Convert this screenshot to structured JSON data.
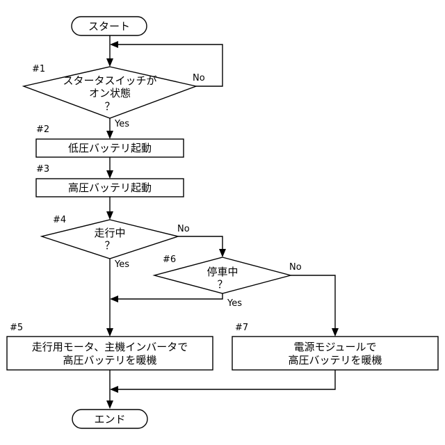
{
  "flowchart": {
    "start": "スタート",
    "end": "エンド",
    "step1": {
      "id": "#1",
      "line1": "スタータスイッチが",
      "line2": "オン状態",
      "line3": "？",
      "no": "No",
      "yes": "Yes"
    },
    "step2": {
      "id": "#2",
      "text": "低圧バッテリ起動"
    },
    "step3": {
      "id": "#3",
      "text": "高圧バッテリ起動"
    },
    "step4": {
      "id": "#4",
      "line1": "走行中",
      "line2": "？",
      "no": "No",
      "yes": "Yes"
    },
    "step5": {
      "id": "#5",
      "line1": "走行用モータ、主機インバータで",
      "line2": "高圧バッテリを暖機"
    },
    "step6": {
      "id": "#6",
      "line1": "停車中",
      "line2": "？",
      "no": "No",
      "yes": "Yes"
    },
    "step7": {
      "id": "#7",
      "line1": "電源モジュールで",
      "line2": "高圧バッテリを暖機"
    }
  }
}
